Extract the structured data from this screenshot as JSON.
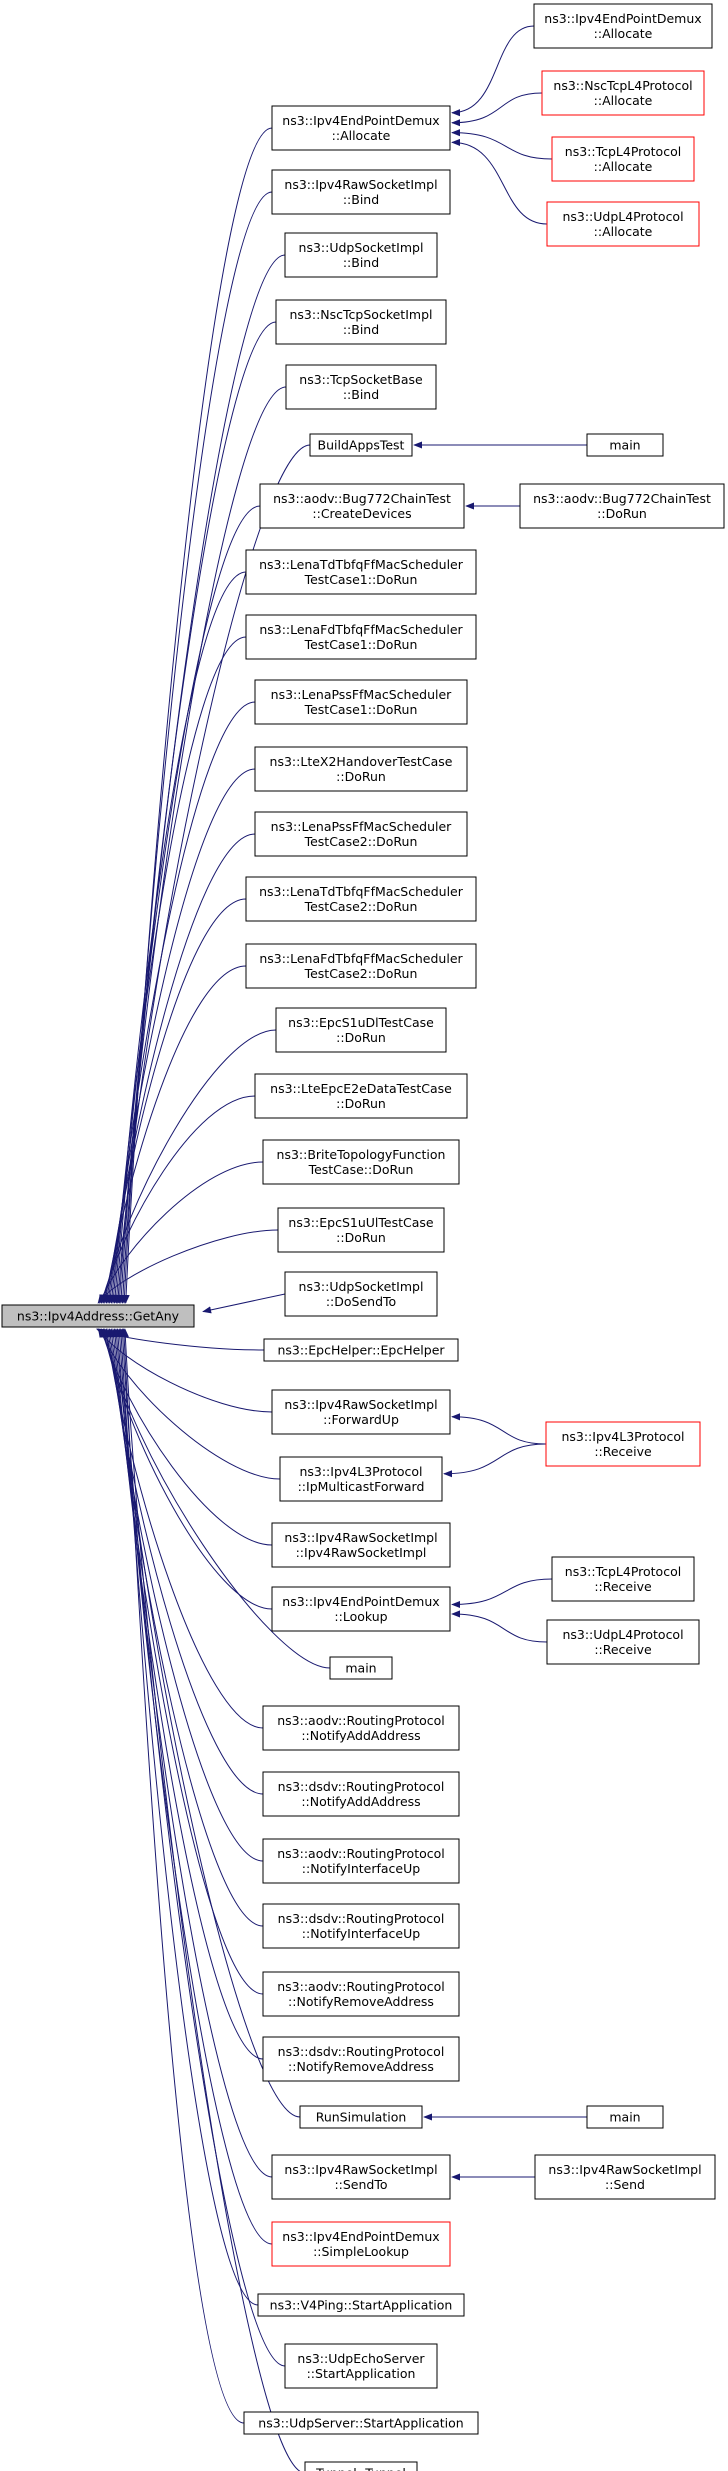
{
  "diagram": {
    "root": {
      "id": "root",
      "lines": [
        "ns3::Ipv4Address::GetAny"
      ]
    },
    "callers": [
      {
        "id": "c1",
        "lines": [
          "ns3::Ipv4EndPointDemux",
          "::Allocate"
        ]
      },
      {
        "id": "c2",
        "lines": [
          "ns3::Ipv4RawSocketImpl",
          "::Bind"
        ]
      },
      {
        "id": "c3",
        "lines": [
          "ns3::UdpSocketImpl",
          "::Bind"
        ]
      },
      {
        "id": "c4",
        "lines": [
          "ns3::NscTcpSocketImpl",
          "::Bind"
        ]
      },
      {
        "id": "c5",
        "lines": [
          "ns3::TcpSocketBase",
          "::Bind"
        ]
      },
      {
        "id": "c6",
        "lines": [
          "BuildAppsTest"
        ]
      },
      {
        "id": "c7",
        "lines": [
          "ns3::aodv::Bug772ChainTest",
          "::CreateDevices"
        ]
      },
      {
        "id": "c8",
        "lines": [
          "ns3::LenaTdTbfqFfMacScheduler",
          "TestCase1::DoRun"
        ]
      },
      {
        "id": "c9",
        "lines": [
          "ns3::LenaFdTbfqFfMacScheduler",
          "TestCase1::DoRun"
        ]
      },
      {
        "id": "c10",
        "lines": [
          "ns3::LenaPssFfMacScheduler",
          "TestCase1::DoRun"
        ]
      },
      {
        "id": "c11",
        "lines": [
          "ns3::LteX2HandoverTestCase",
          "::DoRun"
        ]
      },
      {
        "id": "c12",
        "lines": [
          "ns3::LenaPssFfMacScheduler",
          "TestCase2::DoRun"
        ]
      },
      {
        "id": "c13",
        "lines": [
          "ns3::LenaTdTbfqFfMacScheduler",
          "TestCase2::DoRun"
        ]
      },
      {
        "id": "c14",
        "lines": [
          "ns3::LenaFdTbfqFfMacScheduler",
          "TestCase2::DoRun"
        ]
      },
      {
        "id": "c15",
        "lines": [
          "ns3::EpcS1uDlTestCase",
          "::DoRun"
        ]
      },
      {
        "id": "c16",
        "lines": [
          "ns3::LteEpcE2eDataTestCase",
          "::DoRun"
        ]
      },
      {
        "id": "c17",
        "lines": [
          "ns3::BriteTopologyFunction",
          "TestCase::DoRun"
        ]
      },
      {
        "id": "c18",
        "lines": [
          "ns3::EpcS1uUlTestCase",
          "::DoRun"
        ]
      },
      {
        "id": "c19",
        "lines": [
          "ns3::UdpSocketImpl",
          "::DoSendTo"
        ]
      },
      {
        "id": "c20",
        "lines": [
          "ns3::EpcHelper::EpcHelper"
        ]
      },
      {
        "id": "c21",
        "lines": [
          "ns3::Ipv4RawSocketImpl",
          "::ForwardUp"
        ]
      },
      {
        "id": "c22",
        "lines": [
          "ns3::Ipv4L3Protocol",
          "::IpMulticastForward"
        ]
      },
      {
        "id": "c23",
        "lines": [
          "ns3::Ipv4RawSocketImpl",
          "::Ipv4RawSocketImpl"
        ]
      },
      {
        "id": "c24",
        "lines": [
          "ns3::Ipv4EndPointDemux",
          "::Lookup"
        ]
      },
      {
        "id": "c25",
        "lines": [
          "main"
        ]
      },
      {
        "id": "c26",
        "lines": [
          "ns3::aodv::RoutingProtocol",
          "::NotifyAddAddress"
        ]
      },
      {
        "id": "c27",
        "lines": [
          "ns3::dsdv::RoutingProtocol",
          "::NotifyAddAddress"
        ]
      },
      {
        "id": "c28",
        "lines": [
          "ns3::aodv::RoutingProtocol",
          "::NotifyInterfaceUp"
        ]
      },
      {
        "id": "c29",
        "lines": [
          "ns3::dsdv::RoutingProtocol",
          "::NotifyInterfaceUp"
        ]
      },
      {
        "id": "c30",
        "lines": [
          "ns3::aodv::RoutingProtocol",
          "::NotifyRemoveAddress"
        ]
      },
      {
        "id": "c31",
        "lines": [
          "ns3::dsdv::RoutingProtocol",
          "::NotifyRemoveAddress"
        ]
      },
      {
        "id": "c32",
        "lines": [
          "RunSimulation"
        ]
      },
      {
        "id": "c33",
        "lines": [
          "ns3::Ipv4RawSocketImpl",
          "::SendTo"
        ]
      },
      {
        "id": "c34",
        "lines": [
          "ns3::Ipv4EndPointDemux",
          "::SimpleLookup"
        ],
        "red": true
      },
      {
        "id": "c35",
        "lines": [
          "ns3::V4Ping::StartApplication"
        ]
      },
      {
        "id": "c36",
        "lines": [
          "ns3::UdpEchoServer",
          "::StartApplication"
        ]
      },
      {
        "id": "c37",
        "lines": [
          "ns3::UdpServer::StartApplication"
        ]
      },
      {
        "id": "c38",
        "lines": [
          "Tunnel::Tunnel"
        ]
      }
    ],
    "second_level": [
      {
        "id": "d1",
        "lines": [
          "ns3::Ipv4EndPointDemux",
          "::Allocate"
        ],
        "calls": "c1"
      },
      {
        "id": "d2",
        "lines": [
          "ns3::NscTcpL4Protocol",
          "::Allocate"
        ],
        "calls": "c1",
        "red": true
      },
      {
        "id": "d3",
        "lines": [
          "ns3::TcpL4Protocol",
          "::Allocate"
        ],
        "calls": "c1",
        "red": true
      },
      {
        "id": "d4",
        "lines": [
          "ns3::UdpL4Protocol",
          "::Allocate"
        ],
        "calls": "c1",
        "red": true
      },
      {
        "id": "d5",
        "lines": [
          "main"
        ],
        "calls": "c6"
      },
      {
        "id": "d6",
        "lines": [
          "ns3::aodv::Bug772ChainTest",
          "::DoRun"
        ],
        "calls": "c7"
      },
      {
        "id": "d7",
        "lines": [
          "ns3::Ipv4L3Protocol",
          "::Receive"
        ],
        "calls": [
          "c21",
          "c22"
        ],
        "red": true
      },
      {
        "id": "d8",
        "lines": [
          "ns3::TcpL4Protocol",
          "::Receive"
        ],
        "calls": "c24"
      },
      {
        "id": "d9",
        "lines": [
          "ns3::UdpL4Protocol",
          "::Receive"
        ],
        "calls": "c24"
      },
      {
        "id": "d10",
        "lines": [
          "main"
        ],
        "calls": "c32"
      },
      {
        "id": "d11",
        "lines": [
          "ns3::Ipv4RawSocketImpl",
          "::Send"
        ],
        "calls": "c33"
      }
    ]
  }
}
